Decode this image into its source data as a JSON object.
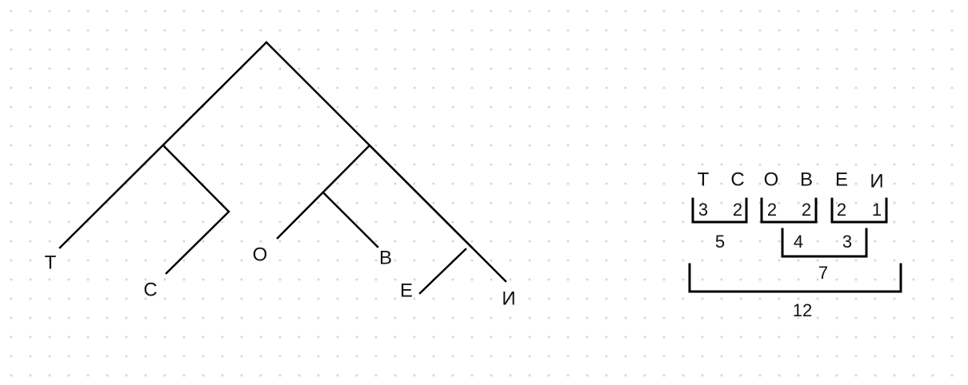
{
  "tree": {
    "leaves": [
      "Т",
      "С",
      "О",
      "В",
      "Е",
      "И"
    ]
  },
  "table": {
    "letters": [
      "Т",
      "С",
      "О",
      "В",
      "Е",
      "И"
    ],
    "counts": [
      "3",
      "2",
      "2",
      "2",
      "2",
      "1"
    ],
    "sum_tc": "5",
    "sum_ob": "4",
    "sum_ei": "3",
    "sum_obei": "7",
    "total": "12"
  }
}
